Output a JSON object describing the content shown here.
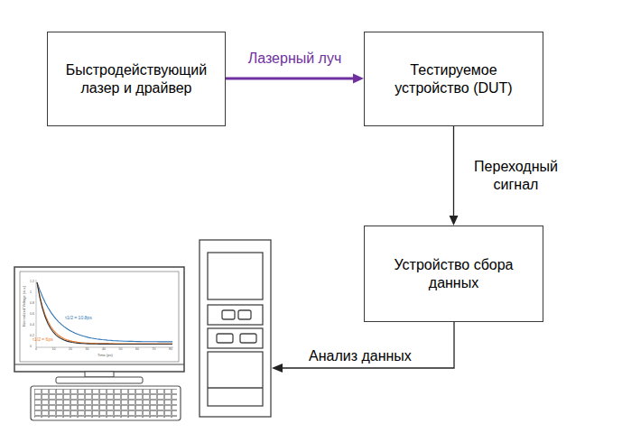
{
  "diagram": {
    "nodes": [
      {
        "text": [
          "Быстродействующий лазер и драйвер"
        ]
      },
      {
        "text": [
          "Тестируемое устройство (DUT)"
        ]
      },
      {
        "text": [
          "Устройство сбора данных"
        ]
      }
    ],
    "edges": [
      {
        "from": 0,
        "to": 1,
        "arrow": "to",
        "label": "Лазерный луч"
      },
      {
        "from": 1,
        "to": 2,
        "arrow": "to",
        "label": "Переходный сигнал"
      }
    ],
    "labels": [
      "Анализ данных",
      "τ1/2 = 10.8ps",
      "τ1/2 = 6ps",
      "Time (ps)",
      "Normalized Voltage (a.u.)",
      "0",
      "10",
      "20",
      "30",
      "40",
      "50",
      "60",
      "70",
      "80",
      "0",
      "0.2",
      "0.4",
      "0.6",
      "0.8",
      "1",
      "1.2"
    ]
  }
}
